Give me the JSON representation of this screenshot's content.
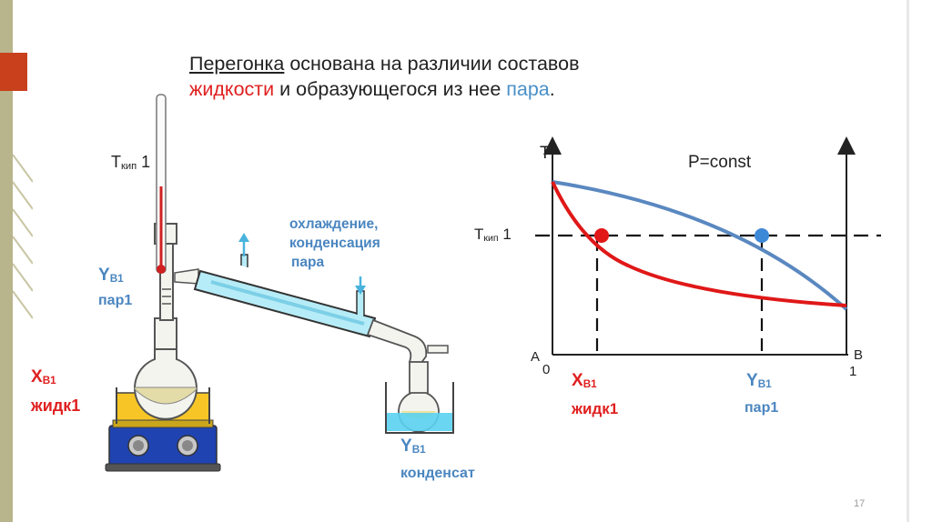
{
  "title": {
    "part1": "Перегонка",
    "part2": " основана на различии составов",
    "part3": "жидкости",
    "part4": " и образующегося из нее ",
    "part5": "пара",
    "part6": "."
  },
  "apparatus": {
    "t_boil_main": "Т",
    "t_boil_sub": "кип",
    "t_boil_num": " 1",
    "vapor_y_main": "Y",
    "vapor_y_sub": "В1",
    "vapor_name": "пар1",
    "liquid_x_main": "Х",
    "liquid_x_sub": "В1",
    "liquid_name": "жидк1",
    "cooling_line1": "охлаждение,",
    "cooling_line2": "конденсация",
    "cooling_line3": "пара",
    "condensate_y_main": "Y",
    "condensate_y_sub": "В1",
    "condensate_name": "конденсат"
  },
  "graph": {
    "y_axis": "T",
    "pressure": "P=const",
    "t_main": "Т",
    "t_sub": "кип",
    "t_num": " 1",
    "origin_a": "A",
    "origin_zero": "0",
    "end_b": "B",
    "end_one": "1",
    "x_main": "Х",
    "x_sub": "В1",
    "x_name": "жидк1",
    "y_main": "Y",
    "y_sub": "В1",
    "y_name": "пар1"
  },
  "colors": {
    "liquid": "#e02020",
    "vapor": "#5a88c0",
    "cooling": "#4a86c0",
    "glass_cyan": "#b6ecf7"
  },
  "slide_number": "17"
}
